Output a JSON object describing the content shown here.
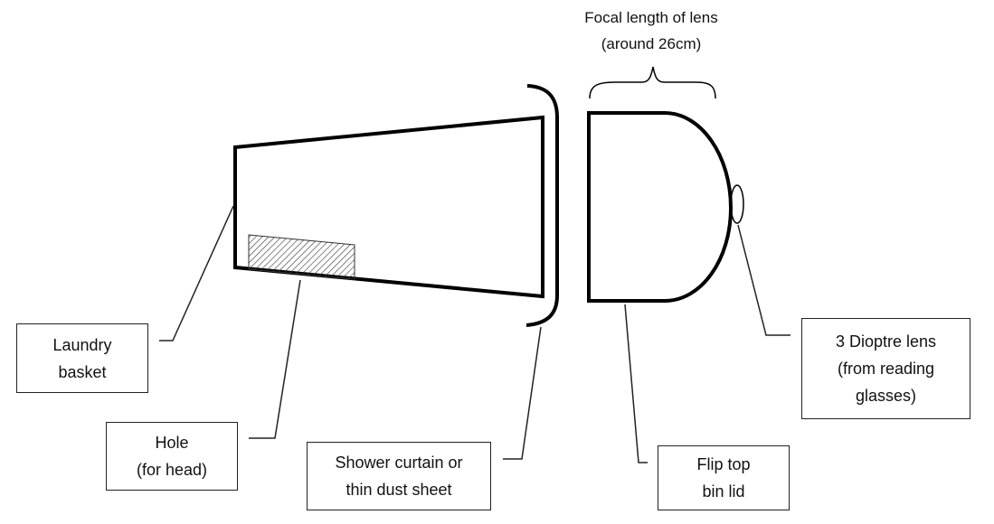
{
  "focal_label": {
    "line1": "Focal length of lens",
    "line2": "(around 26cm)"
  },
  "labels": {
    "laundry_basket": {
      "line1": "Laundry",
      "line2": "basket"
    },
    "hole": {
      "line1": "Hole",
      "line2": "(for head)"
    },
    "shower_curtain": {
      "line1": "Shower curtain or",
      "line2": "thin dust sheet"
    },
    "bin_lid": {
      "line1": "Flip top",
      "line2": "bin lid"
    },
    "lens": {
      "line1": "3 Dioptre lens",
      "line2": "(from reading",
      "line3": "glasses)"
    }
  },
  "colors": {
    "stroke": "#000000",
    "leader": "#222222",
    "hatch": "#333333"
  }
}
